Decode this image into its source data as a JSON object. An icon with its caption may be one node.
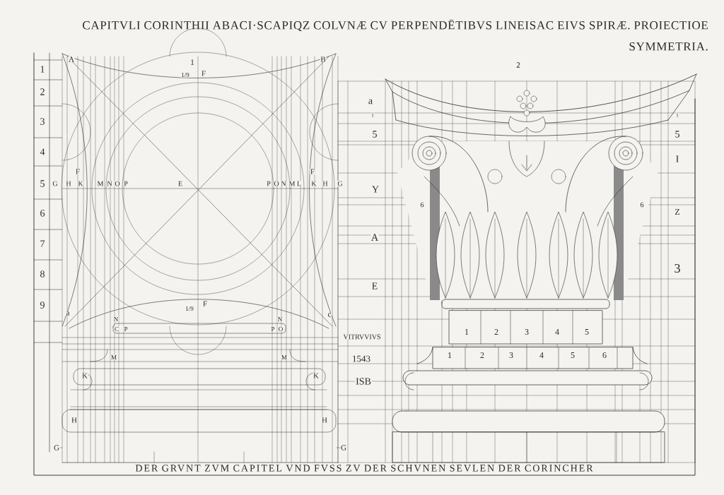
{
  "diagram": {
    "title": "CAPITVLI CORINTHII ABACI·SCAPIQZ COLVNÆ CV PERPENDĒTIBVS LINEISAC EIVS SPIRÆ. PROIECTIOE SYMMETRIA.",
    "caption": "DER GRVNT ZVM CAPITEL VND FVSS ZV DER SCHVNEN SEVLEN DER CORINCHER",
    "labels": [
      "1",
      "A",
      "1/9",
      "F",
      "B",
      "2",
      "1",
      "2",
      "3",
      "4",
      "5",
      "6",
      "7",
      "8",
      "9",
      "F",
      "F",
      "G",
      "H",
      "K",
      "M",
      "N",
      "O",
      "P",
      "E",
      "P",
      "O",
      "N",
      "M",
      "L",
      "K",
      "H",
      "G",
      "a",
      "1/9",
      "F",
      "c",
      "N",
      "N",
      "C",
      "P",
      "P",
      "O",
      "M",
      "M",
      "K",
      "K",
      "H",
      "H",
      "G",
      "G",
      "a",
      "1",
      "1",
      "5",
      "5",
      "I",
      "Y",
      "6",
      "6",
      "Z",
      "A",
      "E",
      "3",
      "VITRVVIVS",
      "1543",
      "ISB",
      "1",
      "2",
      "3",
      "4",
      "5",
      "1",
      "2",
      "3",
      "4",
      "5",
      "6"
    ]
  }
}
